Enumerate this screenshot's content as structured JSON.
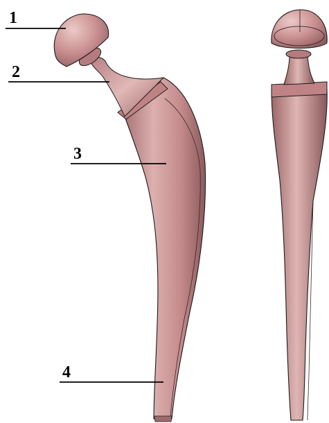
{
  "labels": {
    "l1": "1",
    "l2": "2",
    "l3": "3",
    "l4": "4"
  },
  "colors": {
    "body": "#c98f90",
    "shade": "#a06a6c",
    "highlight": "#e6c1bf",
    "outline": "#1a1a1a"
  }
}
